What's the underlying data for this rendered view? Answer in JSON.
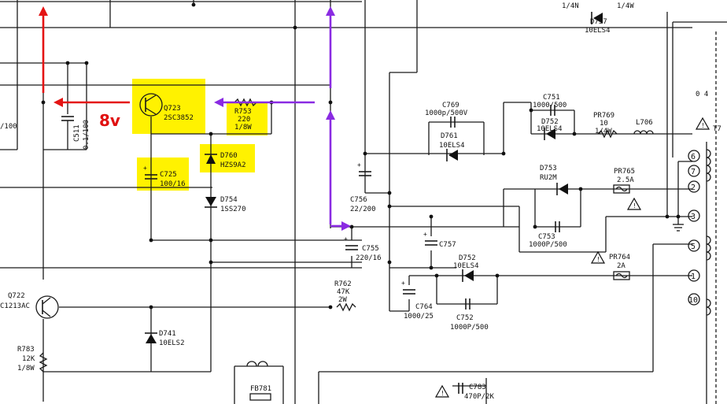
{
  "colors": {
    "highlight": "#fff200",
    "red_arrow": "#e41414",
    "purple_arrow": "#8a2be2",
    "voltage_label": "#e01010"
  },
  "annotations": {
    "voltage": "8v"
  },
  "components": {
    "q723": {
      "ref": "Q723",
      "part": "2SC3852"
    },
    "r753": {
      "ref": "R753",
      "value": "220",
      "rating": "1/8W"
    },
    "c725": {
      "ref": "C725",
      "value": "100/16"
    },
    "d760": {
      "ref": "D760",
      "part": "HZS9A2"
    },
    "d754": {
      "ref": "D754",
      "part": "1SS270"
    },
    "c511": {
      "ref": "C511",
      "value": "0.1/100"
    },
    "left_fragment": "/100",
    "q722": {
      "ref": "Q722",
      "part": "C1213AC"
    },
    "r783": {
      "ref": "R783",
      "value": "12K",
      "rating": "1/8W"
    },
    "d741": {
      "ref": "D741",
      "part": "10ELS2"
    },
    "r762": {
      "ref": "R762",
      "value": "47K",
      "rating": "2W"
    },
    "fb781": {
      "ref": "FB781"
    },
    "c769": {
      "ref": "C769",
      "value": "1000p/500V"
    },
    "d761": {
      "ref": "D761",
      "part": "10ELS4"
    },
    "c756": {
      "ref": "C756",
      "value": "22/200"
    },
    "c755": {
      "ref": "C755",
      "value": "220/16"
    },
    "c757": {
      "ref": "C757"
    },
    "d752": {
      "ref": "D752",
      "part": "10ELS4"
    },
    "c764": {
      "ref": "C764",
      "value": "1000/25"
    },
    "c752": {
      "ref": "C752",
      "value": "1000P/500"
    },
    "c751": {
      "ref": "C751",
      "value": "1000/500"
    },
    "d752b": {
      "ref": "D752",
      "part": "10ELS4"
    },
    "r769": {
      "ref": "PR769",
      "value": "10",
      "rating": "1/4W"
    },
    "l706": {
      "ref": "L706"
    },
    "d753": {
      "ref": "D753",
      "part": "RU2M"
    },
    "pr765": {
      "ref": "PR765",
      "value": "2.5A"
    },
    "c753": {
      "ref": "C753",
      "value": "1000P/500"
    },
    "pr764": {
      "ref": "PR764",
      "value": "2A"
    },
    "c783": {
      "ref": "C783",
      "value": "470P/2K"
    },
    "d757": {
      "ref": "D757",
      "part": "10ELS4"
    },
    "top_r1": "1/4N",
    "top_r2": "1/4W",
    "t70": {
      "ref": "T7"
    },
    "fragment_04": "0 4"
  },
  "pins": [
    "6",
    "7",
    "2",
    "3",
    "5",
    "1",
    "10"
  ]
}
